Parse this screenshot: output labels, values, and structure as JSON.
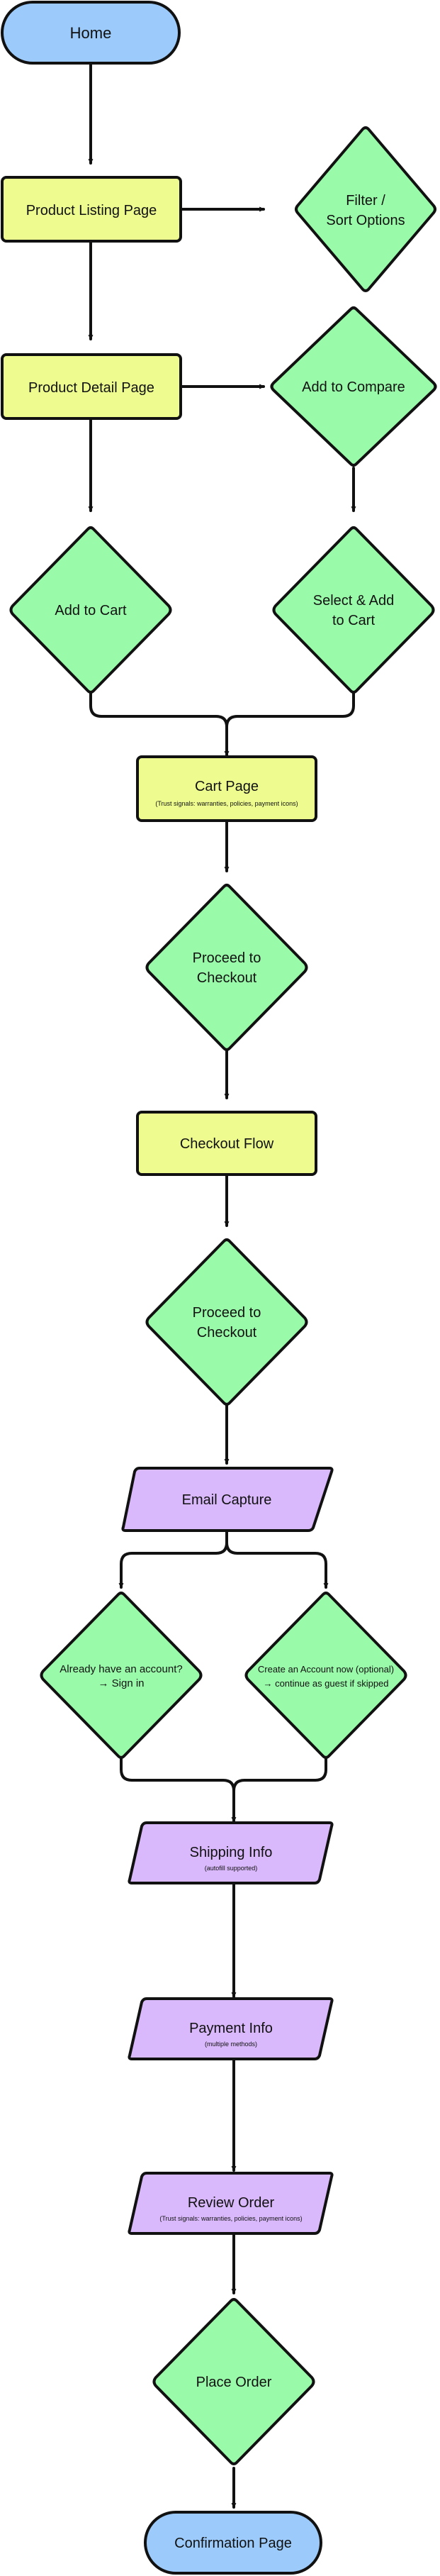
{
  "colors": {
    "terminal": "#9ccbfb",
    "page": "#eefc8f",
    "decision": "#99fba9",
    "io": "#d9b9fb",
    "stroke": "#111111",
    "background": "#ffffff"
  },
  "nodes": {
    "home": "Home",
    "product_listing": "Product Listing Page",
    "filter_sort": [
      "Filter /",
      "Sort Options"
    ],
    "product_detail": "Product Detail Page",
    "add_compare": "Add to Compare",
    "add_cart": "Add to Cart",
    "select_add_cart": [
      "Select & Add",
      "to Cart"
    ],
    "cart_page": "Cart Page",
    "cart_page_note": "(Trust signals: warranties, policies, payment icons)",
    "proceed_checkout_1": [
      "Proceed to",
      "Checkout"
    ],
    "checkout_flow": "Checkout Flow",
    "proceed_checkout_2": [
      "Proceed to",
      "Checkout"
    ],
    "email_capture": "Email Capture",
    "have_account": [
      "Already have an account?",
      "→ Sign in"
    ],
    "create_account": [
      "Create an Account now (optional)",
      "→ continue as guest if skipped"
    ],
    "shipping_info": "Shipping Info",
    "shipping_note": "(autofill supported)",
    "payment_info": "Payment Info",
    "payment_note": "(multiple methods)",
    "review_order": "Review Order",
    "review_note": "(Trust signals: warranties, policies, payment icons)",
    "place_order": "Place Order",
    "confirmation": "Confirmation Page"
  }
}
